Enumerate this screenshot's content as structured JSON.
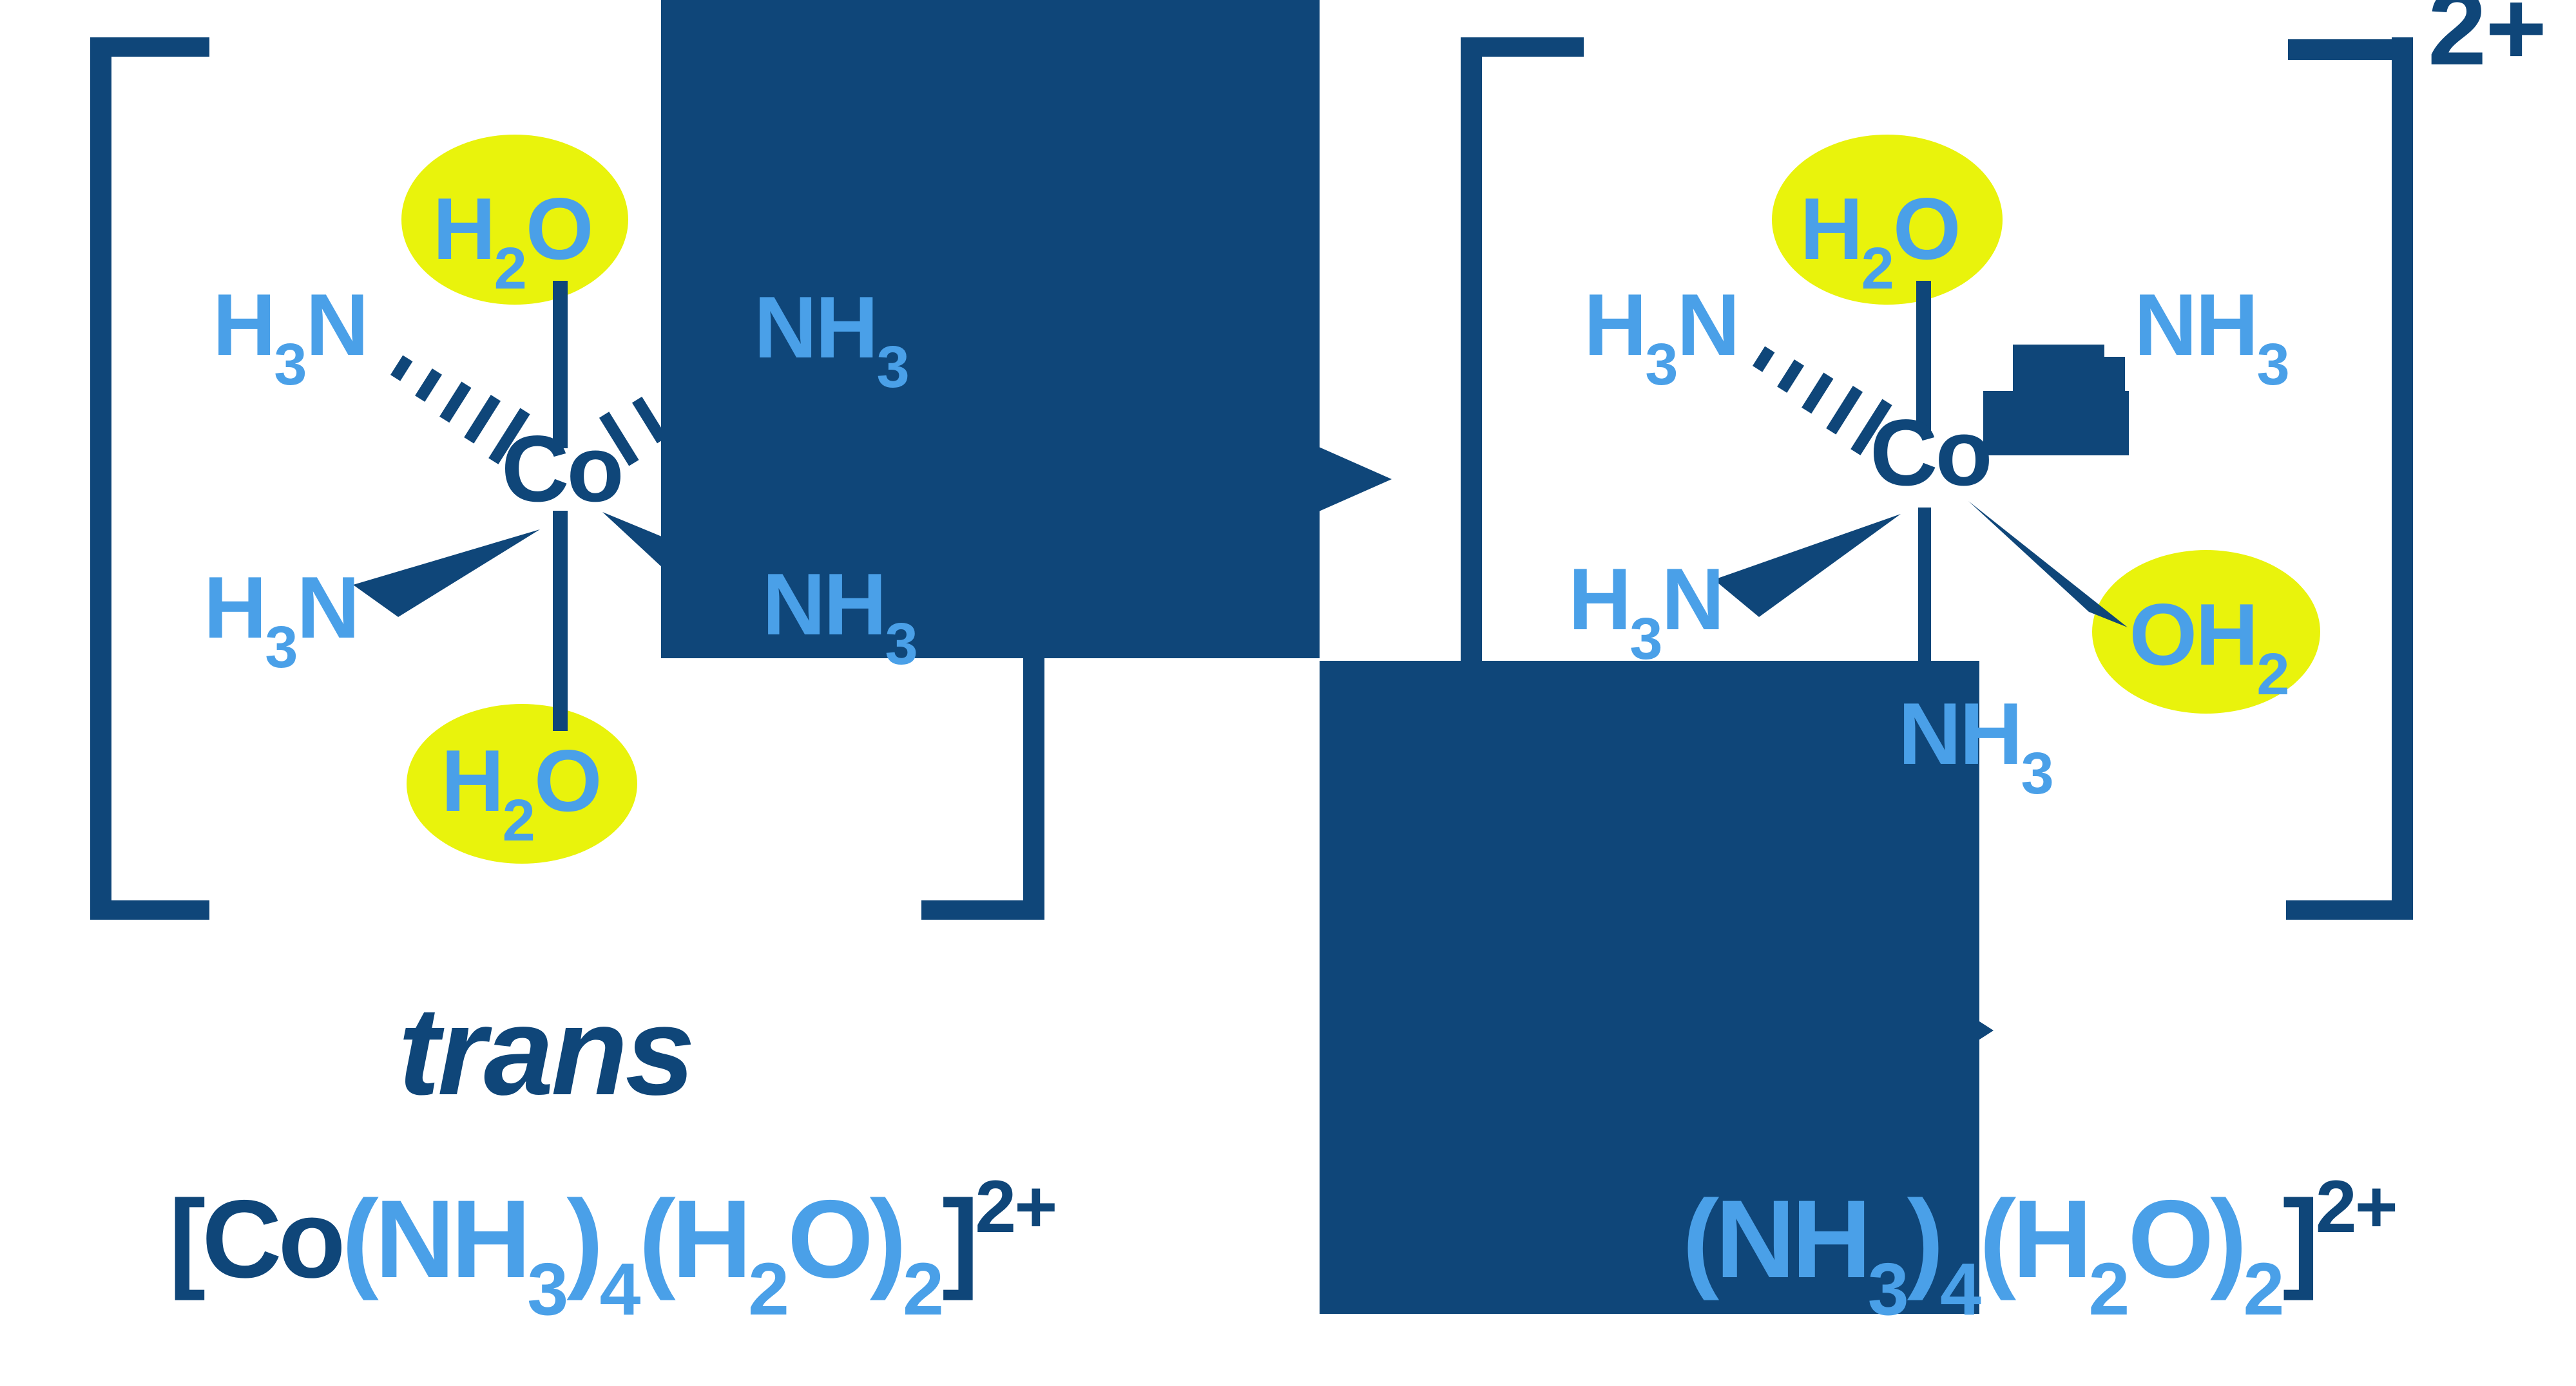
{
  "colors": {
    "dark_blue": "#0f4679",
    "light_blue": "#4aa0e8",
    "highlight_yellow": "#e9f30c",
    "background": "#ffffff"
  },
  "charge_superscript": "2+",
  "labels": {
    "h2o": [
      "H",
      "2",
      "O"
    ],
    "h3n": [
      "H",
      "3",
      "N"
    ],
    "nh3": [
      "N",
      "H",
      "3"
    ],
    "oh2": [
      "O",
      "H",
      "2"
    ],
    "metal": "Co"
  },
  "trans": {
    "caption": "trans",
    "formula": [
      "[Co",
      "(NH",
      "3",
      ")",
      "4",
      "(H",
      "2",
      "O",
      ")",
      "2",
      "]",
      "2+"
    ]
  },
  "cis": {
    "formula": [
      "(NH",
      "3",
      ")",
      "4",
      "(H",
      "2",
      "O",
      ")",
      "2",
      "]",
      "2+"
    ]
  }
}
